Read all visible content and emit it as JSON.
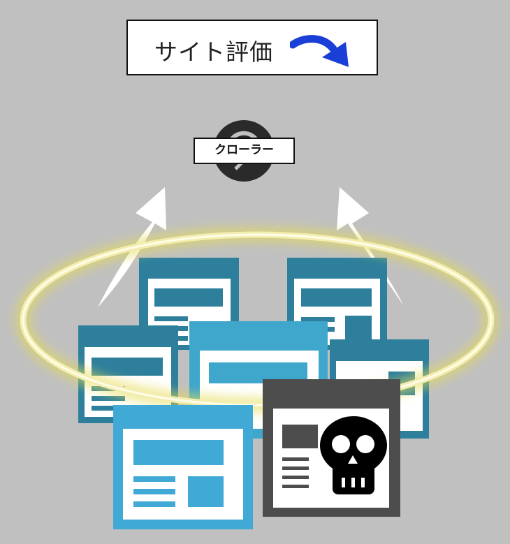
{
  "title": {
    "text": "サイト評価",
    "arrow_icon": "curved-arrow-icon",
    "arrow_color": "#1a3fd6"
  },
  "crawler": {
    "label": "クローラー",
    "logo_icon": "crawler-logo-icon"
  },
  "colors": {
    "background": "#c0c0c0",
    "page_dark": "#2e7f9c",
    "page_mid": "#3fa6cc",
    "page_bright": "#41a9d6",
    "page_bad": "#4d4d4d",
    "glow_ring": "#f3eeb0",
    "skull": "#000000"
  },
  "icons": [
    "up-arrow-icon",
    "web-page-icon",
    "skull-icon",
    "glow-ring"
  ]
}
